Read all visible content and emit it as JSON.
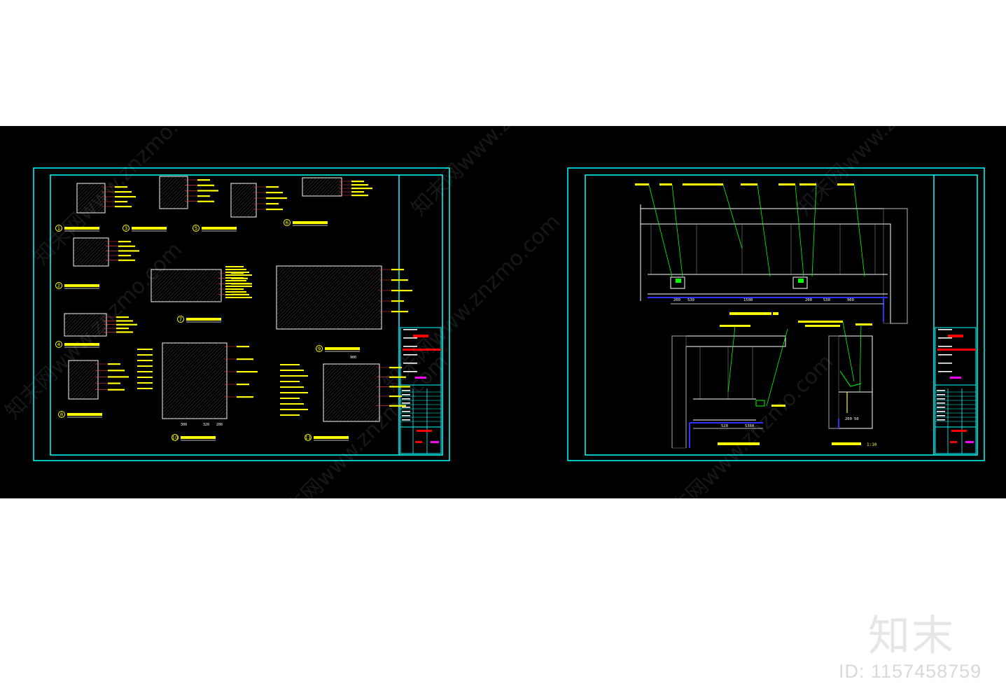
{
  "viewer": {
    "background": "#000000",
    "page_color": "#ffffff"
  },
  "colors": {
    "frame": "#00ffff",
    "text": "#ffff00",
    "line": "#ffffff",
    "leader": "#00ff00",
    "accent_red": "#ff0000",
    "accent_magenta": "#ff00ff",
    "accent_blue": "#3030ff"
  },
  "watermark": {
    "logo": "知末",
    "id_label": "ID: 1157458759",
    "site": "znzmo.com",
    "site_cn": "知末网www.znzmo.com"
  },
  "sheet_left": {
    "details": [
      {
        "no": "1"
      },
      {
        "no": "2"
      },
      {
        "no": "3"
      },
      {
        "no": "4"
      },
      {
        "no": "5"
      },
      {
        "no": "6"
      },
      {
        "no": "7"
      },
      {
        "no": "8"
      },
      {
        "no": "9"
      },
      {
        "no": "10"
      },
      {
        "no": "11"
      }
    ],
    "dims": [
      "300",
      "320",
      "200",
      "900"
    ]
  },
  "sheet_right": {
    "dims_top": [
      "200",
      "530",
      "1500",
      "200",
      "530",
      "900"
    ],
    "dims_bottom_left": [
      "520",
      "5360"
    ],
    "dims_bottom_right": [
      "200",
      "50"
    ],
    "scale_label": "1:10"
  }
}
